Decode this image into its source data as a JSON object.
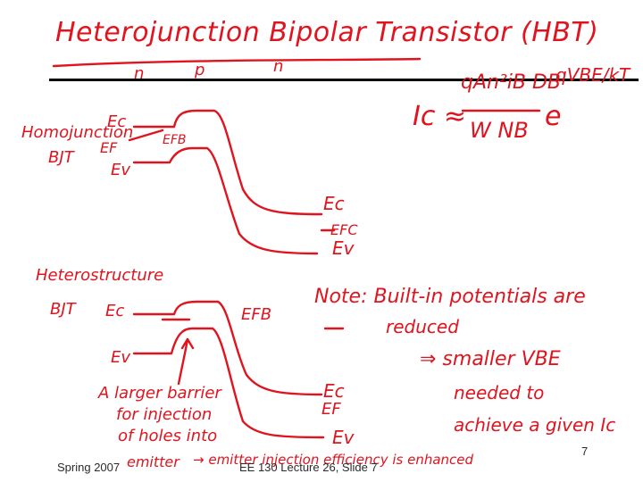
{
  "slide": {
    "title": "Heterojunction Bipolar Transistor (HBT)",
    "region_labels": {
      "emitter": "n",
      "base": "p",
      "collector": "n"
    },
    "collector_current": {
      "lhs": "Ic ≈",
      "numerator": "qAn²iB DB",
      "denominator": "W NB",
      "exponential": "e",
      "exponent": "qVBE/kT"
    },
    "homojunction": {
      "label_line1": "Homojunction",
      "label_line2": "BJT",
      "ec": "Ec",
      "ef": "EF",
      "ev": "Ev",
      "efb": "EFB",
      "ec_right": "Ec",
      "efc": "EFC",
      "ev_right": "Ev"
    },
    "heterostructure": {
      "label_line1": "Heterostructure",
      "label_line2": "BJT",
      "ec": "Ec",
      "ev": "Ev",
      "efb": "EFB",
      "ec_right": "Ec",
      "ef_right": "EF",
      "ev_right": "Ev"
    },
    "note": {
      "line1": "Note: Built-in potentials are",
      "line2": "reduced",
      "line3": "⇒ smaller VBE",
      "line4": "needed to",
      "line5": "achieve a given Ic"
    },
    "barrier_note": {
      "line1": "A larger barrier",
      "line2": "for injection",
      "line3": "of holes into",
      "line4": "emitter"
    },
    "efficiency_note": "→ emitter injection efficiency is enhanced",
    "footer": {
      "left": "Spring 2007",
      "center": "EE 130 Lecture 26, Slide 7",
      "page_number": "7"
    }
  }
}
